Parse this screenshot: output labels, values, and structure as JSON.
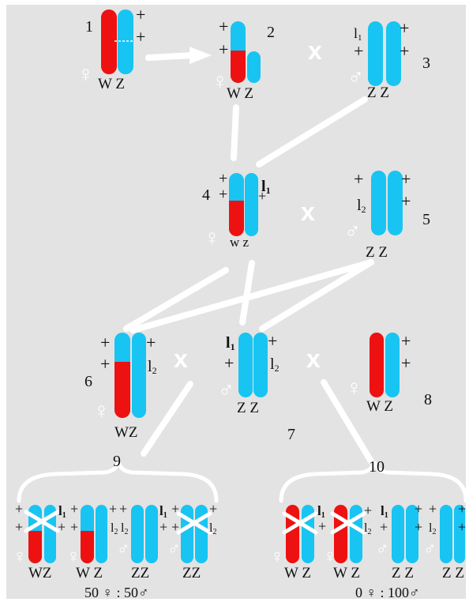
{
  "colors": {
    "background": "#e3e3e3",
    "w_chromosome": "#ee1111",
    "z_chromosome": "#18c4f2",
    "lines": "#ffffff",
    "text": "#111111"
  },
  "symbols": {
    "female": "♀",
    "male": "♂",
    "cross": "x",
    "plus": "+"
  },
  "panels": {
    "p1": {
      "number": "1",
      "chrom_labels": "W Z"
    },
    "p2": {
      "number": "2",
      "chrom_labels": "W Z"
    },
    "p3": {
      "number": "3",
      "l1": "l1",
      "chrom_labels": "Z Z"
    },
    "p4": {
      "number": "4",
      "l1": "l1",
      "chrom_labels": "w z"
    },
    "p5": {
      "number": "5",
      "l2": "l2",
      "chrom_labels": "Z Z"
    },
    "p6": {
      "number": "6",
      "l2": "l2",
      "chrom_labels": "WZ"
    },
    "p7": {
      "number": "7",
      "l1": "l1",
      "l2": "l2",
      "chrom_labels": "Z Z"
    },
    "p8": {
      "number": "8",
      "chrom_labels": "W Z"
    }
  },
  "group9": {
    "number": "9",
    "labels": [
      "WZ",
      "W Z",
      "ZZ",
      "ZZ"
    ],
    "l1": "l1",
    "l2": "l2",
    "ratio": "50 ♀ : 50♂"
  },
  "group10": {
    "number": "10",
    "labels": [
      "W Z",
      "W Z",
      "Z Z",
      "Z Z"
    ],
    "l1": "l1",
    "l2": "l2",
    "ratio": "0 ♀ : 100♂"
  }
}
